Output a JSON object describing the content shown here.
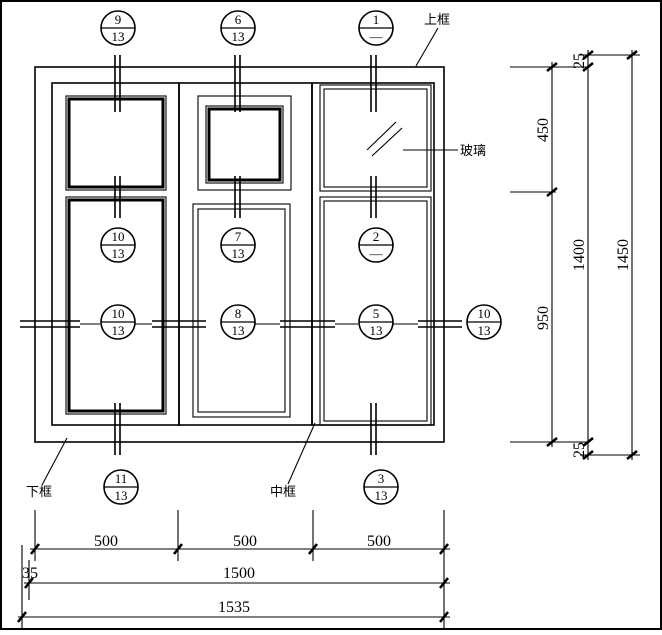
{
  "labels": {
    "top_frame": "上框",
    "glass": "玻璃",
    "bottom_frame": "下框",
    "middle_frame": "中框"
  },
  "bubbles": [
    {
      "top": "9",
      "bottom": "13"
    },
    {
      "top": "6",
      "bottom": "13"
    },
    {
      "top": "1",
      "bottom": "—"
    },
    {
      "top": "10",
      "bottom": "13"
    },
    {
      "top": "7",
      "bottom": "13"
    },
    {
      "top": "2",
      "bottom": "—"
    },
    {
      "top": "10",
      "bottom": "13"
    },
    {
      "top": "8",
      "bottom": "13"
    },
    {
      "top": "5",
      "bottom": "13"
    },
    {
      "top": "10",
      "bottom": "13"
    },
    {
      "top": "11",
      "bottom": "13"
    },
    {
      "top": "3",
      "bottom": "13"
    }
  ],
  "dimensions": {
    "bottom_segments": [
      "500",
      "500",
      "500"
    ],
    "left_offset": "35",
    "total_inner": "1500",
    "total_outer": "1535",
    "right_top": "25",
    "right_upper": "450",
    "right_lower": "950",
    "right_bottom": "25",
    "right_middle_total": "1400",
    "right_total": "1450"
  }
}
